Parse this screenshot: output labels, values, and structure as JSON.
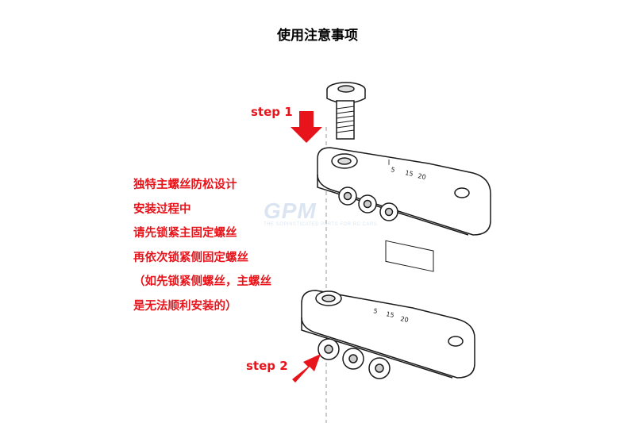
{
  "title": "使用注意事项",
  "steps": [
    {
      "label": "step 1"
    },
    {
      "label": "step 2"
    }
  ],
  "notes": [
    "独特主螺丝防松设计",
    "安装过程中",
    "请先锁紧主固定螺丝",
    "再依次锁紧侧固定螺丝",
    "（如先锁紧侧螺丝，主螺丝",
    "是无法顺利安装的）"
  ],
  "watermark": {
    "brand": "GPM",
    "tagline": "THE SOPHISTICATED PARTS FOR RC CARS"
  },
  "colors": {
    "accent": "#e8141b",
    "line": "#1a1a1a",
    "guide": "#999999"
  },
  "icons": [
    "down-arrow-icon",
    "diagonal-arrow-icon",
    "screw-icon",
    "scale-ruler-icon"
  ]
}
